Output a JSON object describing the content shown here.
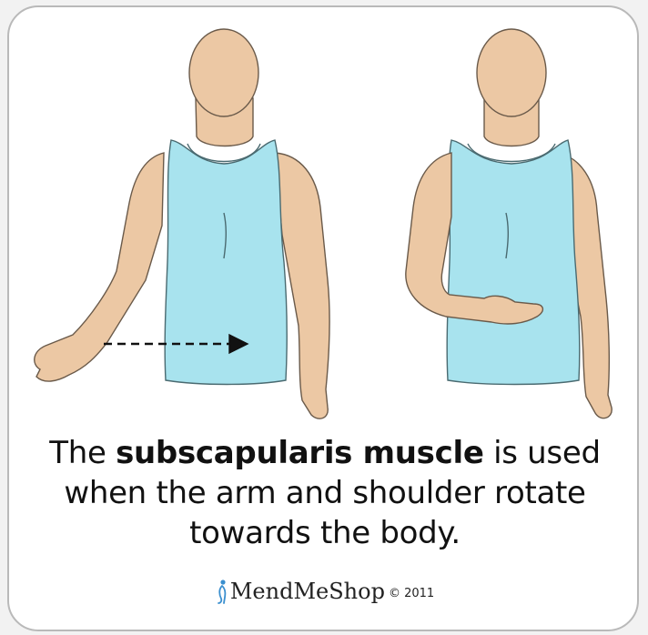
{
  "caption": {
    "prefix": "The ",
    "bold": "subscapularis muscle",
    "suffix": " is used when the arm and shoulder rotate towards the body."
  },
  "brand": {
    "name": "MendMeShop",
    "copyright": "© 2011",
    "icon": "figure-icon"
  },
  "colors": {
    "skin": "#ecc8a4",
    "shirt": "#a8e3ee",
    "outline": "#5a5a5a",
    "border": "#b9b9b9",
    "brand_blue": "#3a8fcf"
  },
  "figures": [
    {
      "id": "left",
      "pose": "arm extended outward with arrow pointing toward body"
    },
    {
      "id": "right",
      "pose": "arm rotated inward across body"
    }
  ]
}
